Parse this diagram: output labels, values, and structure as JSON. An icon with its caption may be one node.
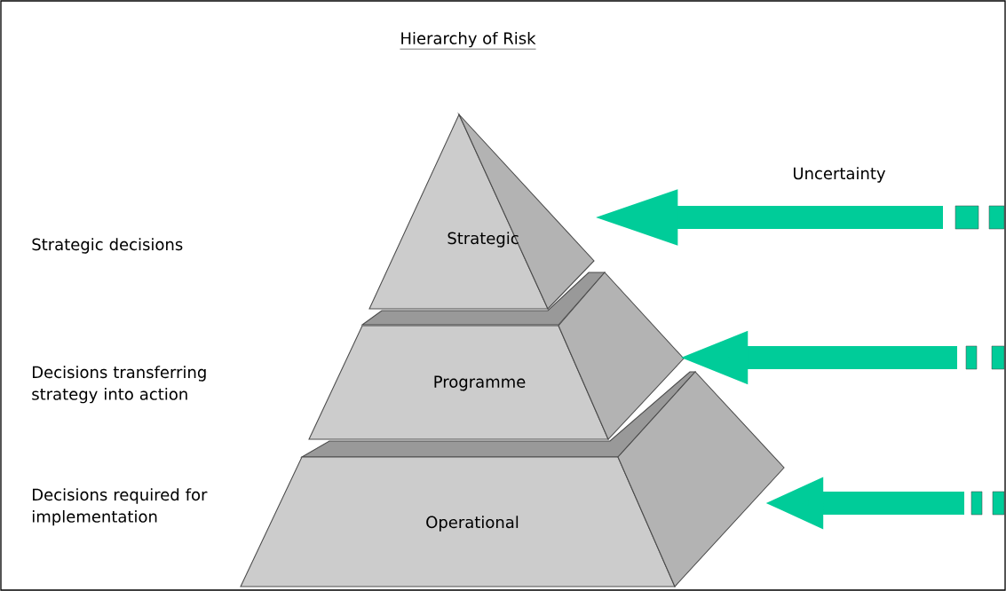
{
  "diagram": {
    "title": "Hierarchy of Risk",
    "nodes": [
      {
        "text": [
          "Strategic"
        ]
      },
      {
        "text": [
          "Programme"
        ]
      },
      {
        "text": [
          "Operational"
        ]
      }
    ],
    "edges": [
      {
        "from": null,
        "to": 0,
        "arrow": "to"
      },
      {
        "from": null,
        "to": 1,
        "arrow": "to"
      },
      {
        "from": null,
        "to": 2,
        "arrow": "to"
      }
    ],
    "labels": [
      "Uncertainty",
      "Strategic decisions",
      "Decisions transferring strategy into action",
      "Decisions required for implementation"
    ]
  }
}
